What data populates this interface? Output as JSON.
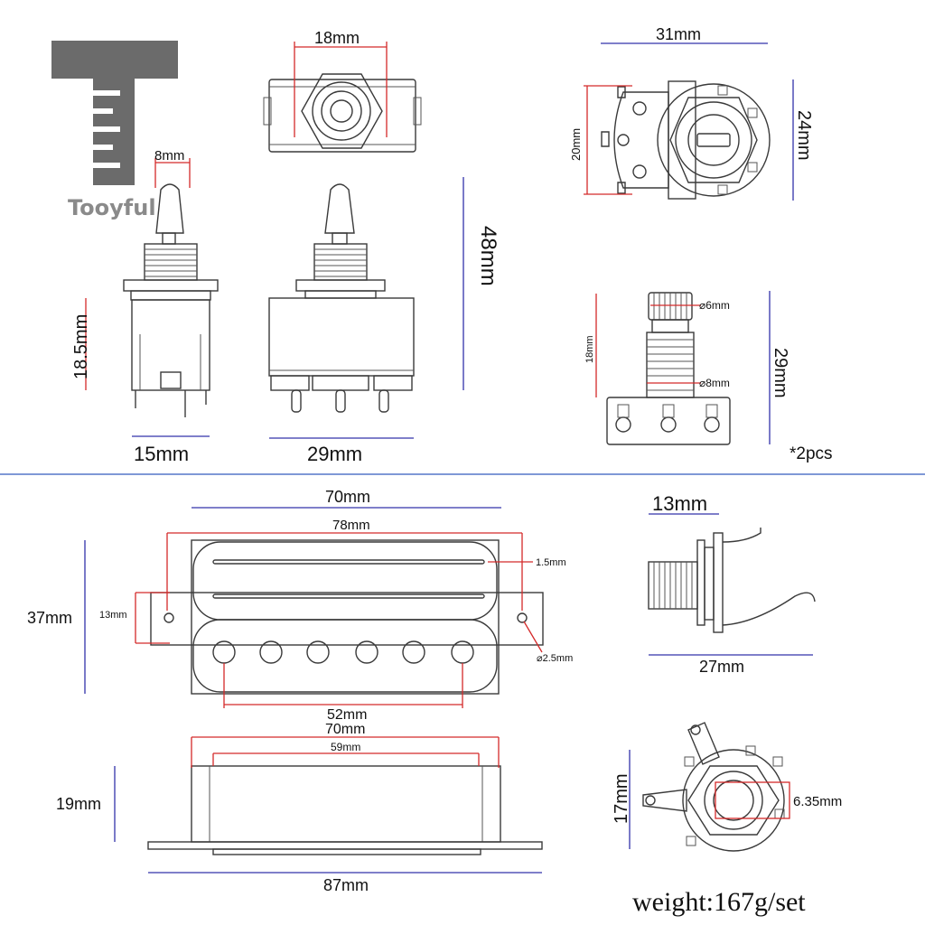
{
  "brand": {
    "name": "Tooyful",
    "logo_color": "#6b6b6b"
  },
  "colors": {
    "red_line": "#d42a2a",
    "blue_line": "#3333aa",
    "separator": "#5577c9",
    "outline": "#3a3a3a"
  },
  "toggle_switch": {
    "top_width": "18mm",
    "lever_width": "8mm",
    "side_height": "18.5mm",
    "total_height": "48mm",
    "side_width": "15mm",
    "front_width": "29mm"
  },
  "pot_large": {
    "width": "31mm",
    "body_height": "20mm",
    "height": "24mm"
  },
  "pot_small": {
    "shaft_dia": "⌀6mm",
    "thread_height": "18mm",
    "thread_dia": "⌀8mm",
    "total_height": "29mm",
    "quantity": "*2pcs"
  },
  "humbucker": {
    "cover_width": "70mm",
    "mount_width": "78mm",
    "slot_width": "1.5mm",
    "height": "37mm",
    "mount_hole_height": "13mm",
    "hole_dia": "⌀2.5mm",
    "pole_spacing": "52mm",
    "side_cover_width": "70mm",
    "side_inner_width": "59mm",
    "side_height": "19mm",
    "base_width": "87mm"
  },
  "jack_side": {
    "thread_width": "13mm",
    "total_width": "27mm"
  },
  "jack_front": {
    "height": "17mm",
    "hole_dia": "6.35mm"
  },
  "weight": "weight:167g/set"
}
